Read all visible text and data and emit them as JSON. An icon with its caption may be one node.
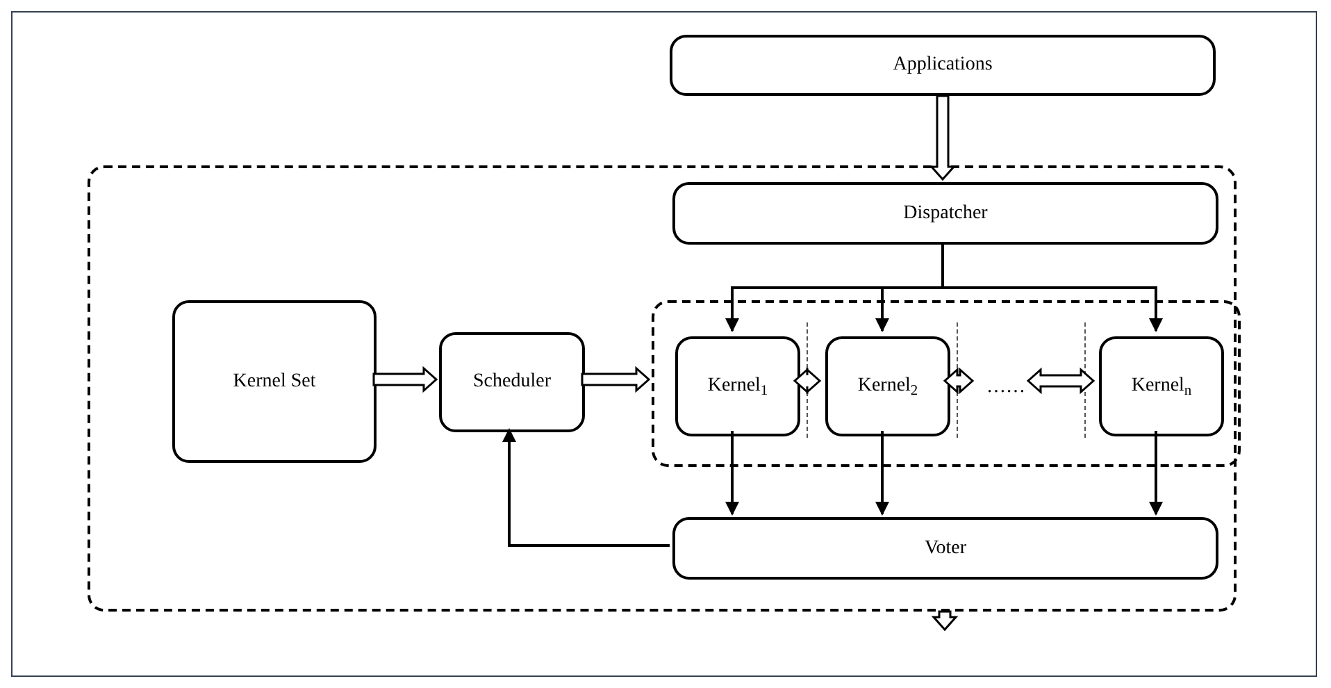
{
  "diagram": {
    "nodes": [
      {
        "text": [
          "Applications"
        ]
      },
      {
        "text": [],
        "shape": "box"
      },
      {
        "text": [
          "Dispatcher"
        ],
        "in": 1
      },
      {
        "text": [
          "Kernel Set"
        ],
        "in": 1
      },
      {
        "text": [
          "Scheduler"
        ],
        "in": 1
      },
      {
        "text": [],
        "shape": "box",
        "in": 1
      },
      {
        "text": [
          "Kernel$_{1}$"
        ],
        "in": 5
      },
      {
        "text": [
          "Kernel$_{2}$"
        ],
        "in": 5
      },
      {
        "text": [
          "……"
        ],
        "in": 5
      },
      {
        "text": [
          "Kernel$_{n}$"
        ],
        "in": 5
      },
      {
        "text": [
          "Voter"
        ],
        "in": 1
      }
    ],
    "edges": [
      {
        "from": 0,
        "to": 2,
        "arrow": "to",
        "style": "thick"
      },
      {
        "from": 3,
        "to": 4,
        "arrow": "to",
        "style": "thick"
      },
      {
        "from": 4,
        "to": 5,
        "arrow": "to",
        "style": "thick"
      },
      {
        "from": 6,
        "to": 7,
        "arrow": "both",
        "style": "thick"
      },
      {
        "from": 7,
        "to": 8,
        "arrow": "both",
        "style": "thick"
      },
      {
        "from": 8,
        "to": 9,
        "arrow": "both",
        "style": "thick"
      },
      {
        "from": 2,
        "to": 6,
        "arrow": "to"
      },
      {
        "from": 2,
        "to": 7,
        "arrow": "to"
      },
      {
        "from": 2,
        "to": 9,
        "arrow": "to"
      },
      {
        "from": 6,
        "to": 10,
        "arrow": "to"
      },
      {
        "from": 7,
        "to": 10,
        "arrow": "to"
      },
      {
        "from": 9,
        "to": 10,
        "arrow": "to"
      },
      {
        "from": 10,
        "to": 4,
        "arrow": "to"
      },
      {
        "from": 1,
        "to": null,
        "arrow": "to",
        "style": "thick"
      }
    ]
  }
}
